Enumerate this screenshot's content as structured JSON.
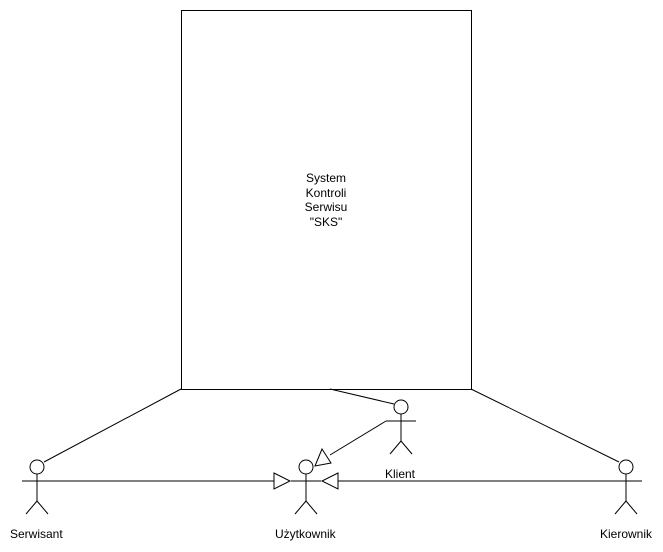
{
  "system": {
    "lines": [
      "System",
      "Kontroli",
      "Serwisu",
      "\"SKS\""
    ]
  },
  "actors": {
    "serwisant": "Serwisant",
    "uzytkownik": "Użytkownik",
    "klient": "Klient",
    "kierownik": "Kierownik"
  }
}
